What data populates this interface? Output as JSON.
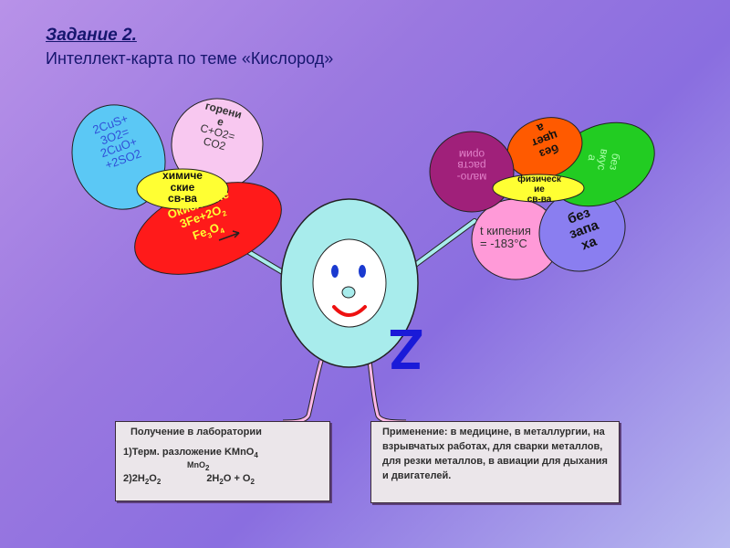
{
  "header": {
    "title": "Задание 2.",
    "subtitle": "Интеллект-карта по теме «Кислород»"
  },
  "left_flower": {
    "center": "химиче\nские\nсв-ва",
    "petal_cus": "2CuS+\n3O2=\n2CuO+\n+2SO2",
    "petal_burning": "горени\nе\nC+O2=\nCO2",
    "petal_oxidation": "Окисление\n3Fe+2O2\nFe3O4"
  },
  "right_flower": {
    "center": "физическ\nие\nсв-ва",
    "petal_solubility": "мало-\nраств\nорим",
    "petal_color": "без\nцвет\nа",
    "petal_taste": "без\nвкус\nа",
    "petal_boiling": "t кипения\n= -183°С",
    "petal_smell": "без\nзапа\nха"
  },
  "figure": {
    "chest_symbol": "Z"
  },
  "lab_box": {
    "heading": "Получение в лаборатории",
    "line1": "1)Терм. разложение KMnO4",
    "catalyst": "MnO2",
    "reaction_left": "2)2H2O2",
    "reaction_right": "2H2O + O2"
  },
  "use_box": {
    "text": "Применение: в медицине, в металлургии, на взрывчатых работах, для сварки металлов, для резки металлов, в авиации для дыхания и двигателей."
  },
  "colors": {
    "background": "#9a78e0",
    "title_color": "#16166e",
    "center_yellow": "#ffff33",
    "oxidation_red": "#ff1a1a",
    "cus_blue": "#5bc8f5",
    "burning_pink": "#f8c8f0",
    "solubility_purple": "#a0207a",
    "color_orange": "#ff5a00",
    "taste_green": "#22cc22",
    "boiling_pink": "#ff9ad8",
    "smell_violet": "#8a7ef0",
    "body_cyan": "#a8ecec"
  }
}
